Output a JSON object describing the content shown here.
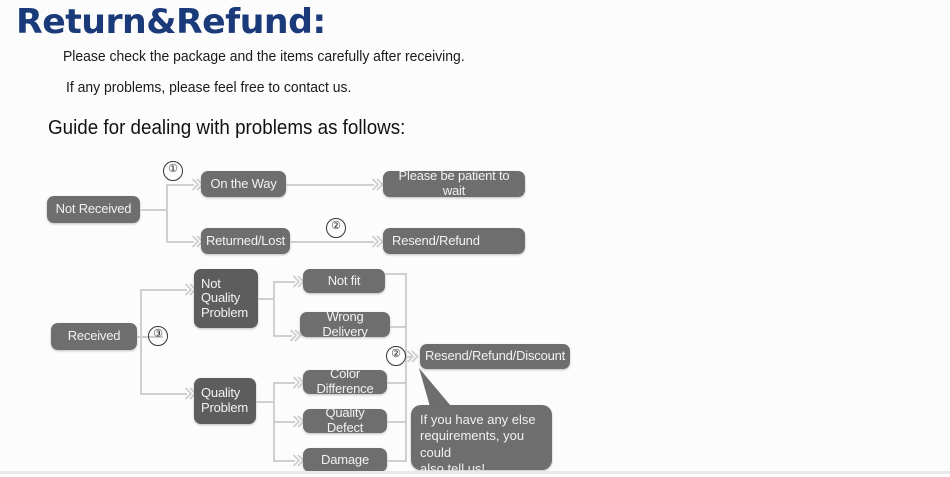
{
  "header": {
    "title": "Return&Refund:",
    "line1": "Please check the package and the items carefully after receiving.",
    "line2": "If any problems, please feel free to contact us.",
    "guide": "Guide for dealing with problems as follows:",
    "title_color": "#1b3a7a"
  },
  "flow": {
    "node_color": "#6e6e6e",
    "connector_color": "#cfcfcf",
    "nodes": {
      "not_received": "Not Received",
      "on_the_way": "On the Way",
      "returned_lost": "Returned/Lost",
      "please_wait": "Please be patient to wait",
      "resend_refund": "Resend/Refund",
      "received": "Received",
      "not_quality_problem": "Not\nQuality\nProblem",
      "quality_problem": "Quality\nProblem",
      "not_fit": "Not fit",
      "wrong_delivery": "Wrong Delivery",
      "color_difference": "Color Difference",
      "quality_defect": "Quality Defect",
      "damage": "Damage",
      "resend_refund_discount": "Resend/Refund/Discount"
    },
    "markers": {
      "one": "①",
      "two_top": "②",
      "three": "③",
      "two_bottom": "②"
    },
    "bubble": "If you have any else\nrequirements, you could\nalso tell us!"
  }
}
